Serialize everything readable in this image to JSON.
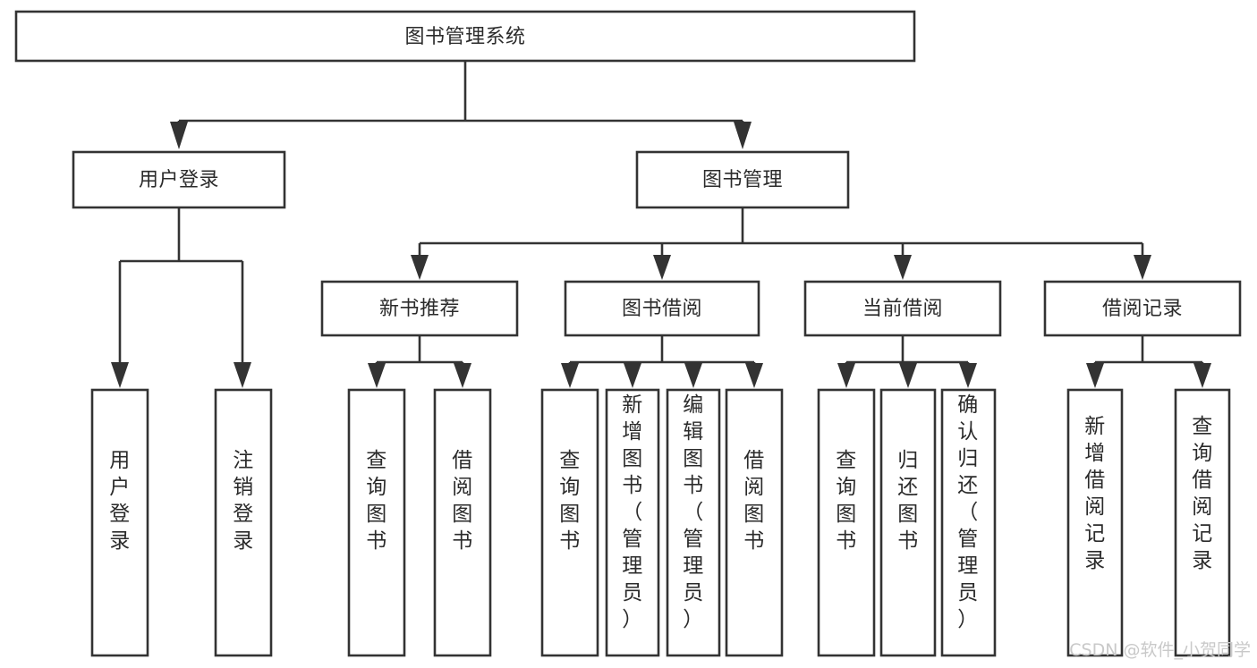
{
  "diagram": {
    "title": "图书管理系统",
    "type": "tree-hierarchy",
    "root": {
      "id": "root",
      "label": "图书管理系统"
    },
    "level2": [
      {
        "id": "user-login",
        "label": "用户登录"
      },
      {
        "id": "book-manage",
        "label": "图书管理"
      }
    ],
    "level3": [
      {
        "id": "new-book-rec",
        "label": "新书推荐",
        "parent": "book-manage"
      },
      {
        "id": "book-borrow",
        "label": "图书借阅",
        "parent": "book-manage"
      },
      {
        "id": "current-borrow",
        "label": "当前借阅",
        "parent": "book-manage"
      },
      {
        "id": "borrow-record",
        "label": "借阅记录",
        "parent": "book-manage"
      }
    ],
    "leaves": [
      {
        "id": "leaf-user-login",
        "label": "用户登录",
        "parent": "user-login"
      },
      {
        "id": "leaf-user-logout",
        "label": "注销登录",
        "parent": "user-login"
      },
      {
        "id": "leaf-query-book-1",
        "label": "查询图书",
        "parent": "new-book-rec"
      },
      {
        "id": "leaf-borrow-book-1",
        "label": "借阅图书",
        "parent": "new-book-rec"
      },
      {
        "id": "leaf-query-book-2",
        "label": "查询图书",
        "parent": "book-borrow"
      },
      {
        "id": "leaf-add-book",
        "label": "新增图书（管理员）",
        "parent": "book-borrow"
      },
      {
        "id": "leaf-edit-book",
        "label": "编辑图书（管理员）",
        "parent": "book-borrow"
      },
      {
        "id": "leaf-borrow-book-2",
        "label": "借阅图书",
        "parent": "book-borrow"
      },
      {
        "id": "leaf-query-book-3",
        "label": "查询图书",
        "parent": "current-borrow"
      },
      {
        "id": "leaf-return-book",
        "label": "归还图书",
        "parent": "current-borrow"
      },
      {
        "id": "leaf-confirm-return",
        "label": "确认归还（管理员）",
        "parent": "current-borrow"
      },
      {
        "id": "leaf-add-record",
        "label": "新增借阅记录",
        "parent": "borrow-record"
      },
      {
        "id": "leaf-query-record",
        "label": "查询借阅记录",
        "parent": "borrow-record"
      }
    ],
    "watermark": "CSDN @软件_小贺同学",
    "colors": {
      "stroke": "#333333",
      "fill": "#ffffff",
      "text": "#2b2b2b",
      "watermark": "#c9c9c9"
    }
  }
}
